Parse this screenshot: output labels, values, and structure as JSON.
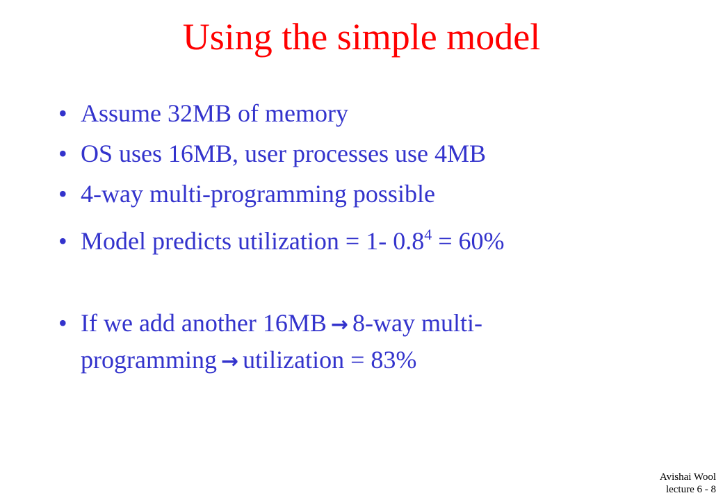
{
  "slide": {
    "title": "Using the simple model",
    "bullets": [
      {
        "marker": "•",
        "text": "Assume 32MB of memory"
      },
      {
        "marker": "•",
        "text": "OS uses 16MB, user processes use 4MB"
      },
      {
        "marker": "•",
        "text": "4-way multi-programming possible"
      },
      {
        "marker": "•",
        "text_before": "Model predicts utilization = 1- 0.8",
        "superscript": "4",
        "text_after": " = 60%"
      },
      {
        "marker": "•",
        "line1_a": "If we add another 16MB",
        "arrow": "→",
        "line1_b": "8-way multi-",
        "line2_a": "programming",
        "line2_b": "utilization = 83%"
      }
    ],
    "footer": {
      "author": "Avishai Wool",
      "lecture": "lecture 6  - 8"
    },
    "colors": {
      "title": "#ff0000",
      "body": "#3333cc",
      "footer": "#000000"
    }
  }
}
